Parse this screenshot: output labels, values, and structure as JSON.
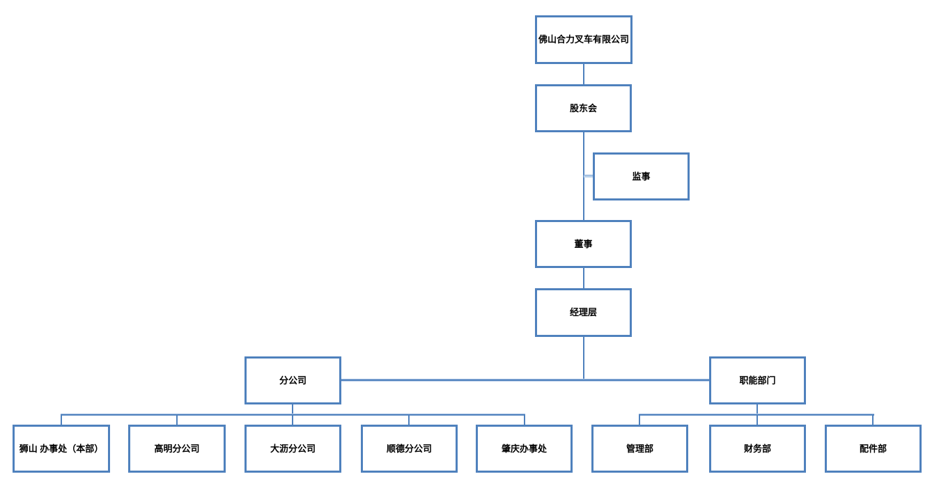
{
  "colors": {
    "box_border": "#4f81bd",
    "connector_dark": "#4f81bd",
    "connector_light": "#aec6e6",
    "text": "#000000",
    "background": "#ffffff"
  },
  "org": {
    "root": {
      "label": "佛山合力叉车有限公司"
    },
    "shareholders": {
      "label": "股东会"
    },
    "supervisor": {
      "label": "监事"
    },
    "director": {
      "label": "董事"
    },
    "management": {
      "label": "经理层"
    },
    "branch_group": {
      "label": "分公司"
    },
    "function_group": {
      "label": "职能部门"
    },
    "branches": [
      {
        "label": "狮山 办事处（本部）"
      },
      {
        "label": "高明分公司"
      },
      {
        "label": "大沥分公司"
      },
      {
        "label": "顺德分公司"
      },
      {
        "label": "肇庆办事处"
      }
    ],
    "departments": [
      {
        "label": "管理部"
      },
      {
        "label": "财务部"
      },
      {
        "label": "配件部"
      }
    ]
  }
}
